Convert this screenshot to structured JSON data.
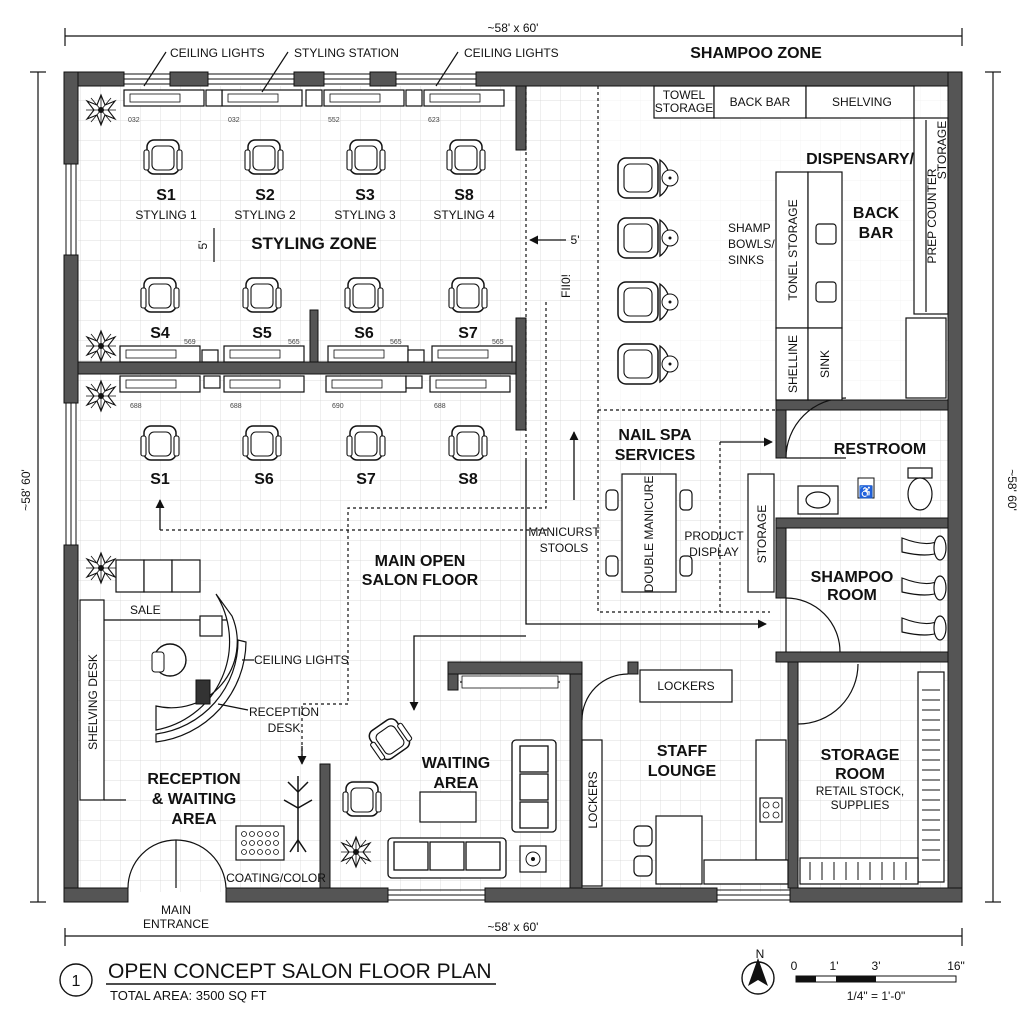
{
  "dimensions": {
    "top": "~58' x 60'",
    "bottom": "~58' x 60'",
    "left": "~58' 60'",
    "right": "~58' 60'"
  },
  "zones": {
    "shampoo_zone": "SHAMPOO ZONE",
    "styling_zone": "STYLING ZONE",
    "main_floor": [
      "MAIN OPEN",
      "SALON FLOOR"
    ],
    "dispensary": "DISPENSARY/",
    "back_bar": [
      "BACK",
      "BAR"
    ],
    "restroom": "RESTROOM",
    "nail_spa": [
      "NAIL SPA",
      "SERVICES"
    ],
    "shampoo_room": [
      "SHAMPOO",
      "ROOM"
    ],
    "reception": [
      "RECEPTION",
      "& WAITING",
      "AREA"
    ],
    "waiting": [
      "WAITING",
      "AREA"
    ],
    "staff_lounge": [
      "STAFF",
      "LOUNGE"
    ],
    "storage_room": [
      "STORAGE",
      "ROOM"
    ],
    "storage_room_sub": [
      "RETAIL STOCK,",
      "SUPPLIES"
    ]
  },
  "callouts": {
    "ceiling_lights_1": "CEILING LIGHTS",
    "styling_station": "STYLING STATION",
    "ceiling_lights_2": "CEILING LIGHTS",
    "ceiling_lights_3": "CEILING LIGHTS",
    "reception_desk": [
      "RECEPTION",
      "DESK"
    ]
  },
  "stations_top": [
    {
      "code": "S1",
      "name": "STYLING 1"
    },
    {
      "code": "S2",
      "name": "STYLING 2"
    },
    {
      "code": "S3",
      "name": "STYLING 3"
    },
    {
      "code": "S8",
      "name": "STYLING 4"
    }
  ],
  "stations_mid": [
    "S4",
    "S5",
    "S6",
    "S7"
  ],
  "stations_low": [
    "S1",
    "S6",
    "S7",
    "S8"
  ],
  "counter_codes": {
    "top": [
      "032",
      "032",
      "552",
      "623"
    ],
    "mid": [
      "569",
      "565",
      "565",
      "565"
    ],
    "low": [
      "688",
      "688",
      "690",
      "688"
    ]
  },
  "dims": {
    "five_ft_v": "5'",
    "five_ft_h": "5'",
    "flow": "FII0!"
  },
  "shampoo_area": {
    "towel_storage": [
      "TOWEL",
      "STORAGE"
    ],
    "back_bar": "BACK BAR",
    "shelving": "SHELVING",
    "bowls": [
      "SHAMP",
      "BOWLS/",
      "SINKS"
    ],
    "tonel_storage": "TONEL STORAGE",
    "shelline": "SHELLINE",
    "sink": "SINK",
    "prep_counter": "PREP COUNTER",
    "storage": "STORAGE"
  },
  "nail_area": {
    "double_manicure": "DOUBLE MANICURE",
    "stools": [
      "MANICURST",
      "STOOLS"
    ],
    "product_display": [
      "PRODUCT",
      "DISPLAY"
    ],
    "storage": "STORAGE"
  },
  "reception_area": {
    "sale": "SALE",
    "shelving_desk": "SHELVING DESK",
    "coating": "COATING/COLOR",
    "main_entrance": [
      "MAIN",
      "ENTRANCE"
    ]
  },
  "lounge": {
    "lockers_top": "LOCKERS",
    "lockers_side": "LOCKERS"
  },
  "title_block": {
    "number": "1",
    "title": "OPEN CONCEPT SALON FLOOR PLAN",
    "area": "TOTAL AREA: 3500 SQ FT"
  },
  "scale_bar": {
    "north": "N",
    "ticks": [
      "0",
      "1'",
      "3'",
      "16\""
    ],
    "scale": "1/4\" = 1'-0\""
  }
}
